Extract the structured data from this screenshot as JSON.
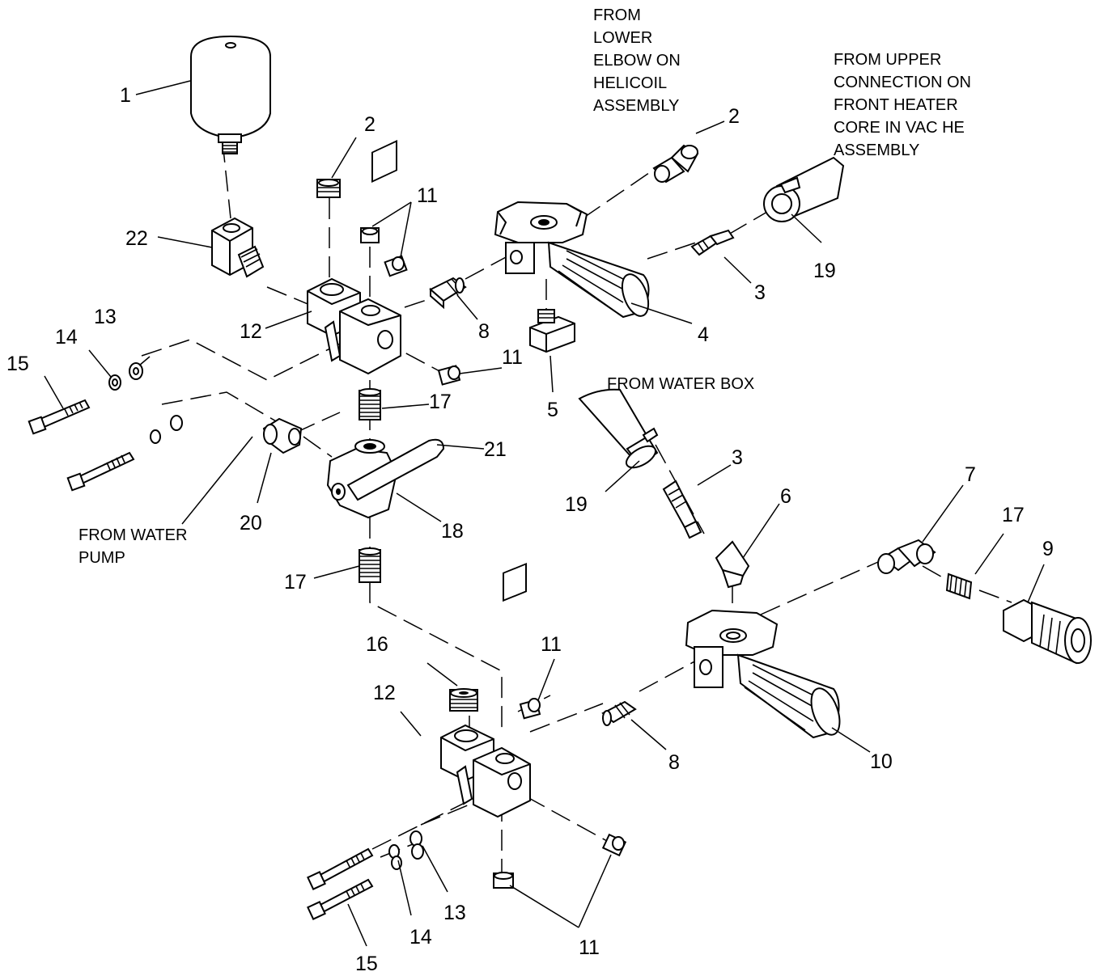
{
  "notes": {
    "helicoil": [
      "FROM",
      "LOWER",
      "ELBOW ON",
      "HELICOIL",
      "ASSEMBLY"
    ],
    "heater_core": [
      "FROM UPPER",
      "CONNECTION ON",
      "FRONT HEATER",
      "CORE IN VAC HE",
      "ASSEMBLY"
    ],
    "water_box": [
      "FROM WATER BOX"
    ],
    "water_pump": [
      "FROM WATER",
      "PUMP"
    ]
  },
  "callouts": {
    "c1": "1",
    "c2a": "2",
    "c2b": "2",
    "c3a": "3",
    "c3b": "3",
    "c4": "4",
    "c5": "5",
    "c6": "6",
    "c7": "7",
    "c8a": "8",
    "c8b": "8",
    "c9": "9",
    "c10": "10",
    "c11a": "11",
    "c11b": "11",
    "c11c": "11",
    "c11d": "11",
    "c12a": "12",
    "c12b": "12",
    "c13a": "13",
    "c13b": "13",
    "c14a": "14",
    "c14b": "14",
    "c15a": "15",
    "c15b": "15",
    "c16": "16",
    "c17a": "17",
    "c17b": "17",
    "c17c": "17",
    "c18": "18",
    "c19a": "19",
    "c19b": "19",
    "c20": "20",
    "c21": "21",
    "c22": "22"
  }
}
